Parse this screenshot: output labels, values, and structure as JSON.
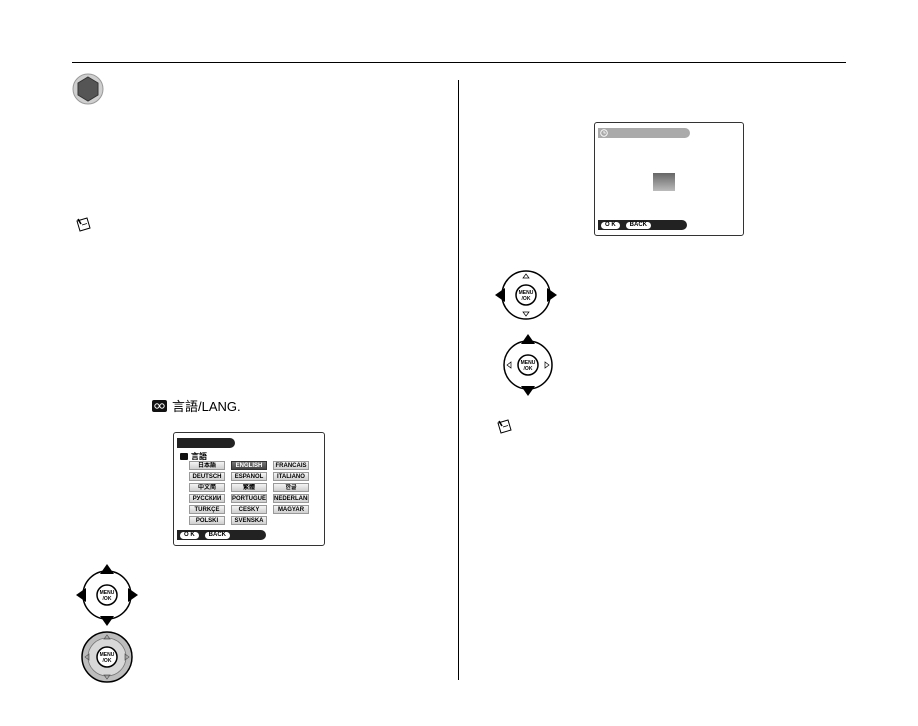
{
  "lang_label": {
    "text": "言語/LANG."
  },
  "language_screen": {
    "heading": "言語",
    "languages": [
      "日本語",
      "ENGLISH",
      "FRANCAIS",
      "DEUTSCH",
      "ESPAÑOL",
      "ITALIANO",
      "中文简",
      "繁體",
      "한글",
      "РУССКИЙ",
      "PORTUGUÊS",
      "NEDERLANDS",
      "TÜRKÇE",
      "ČESKY",
      "MAGYAR",
      "POLSKI",
      "SVENSKA"
    ],
    "selected": "ENGLISH",
    "ok_label": "O K",
    "back_label": "BACK"
  },
  "date_screen": {
    "ok_label": "O K",
    "back_label": "BACK"
  },
  "dpad": {
    "label": "MENU/OK"
  },
  "colors": {
    "badge": "#555555",
    "screen_dark": "#222222"
  }
}
